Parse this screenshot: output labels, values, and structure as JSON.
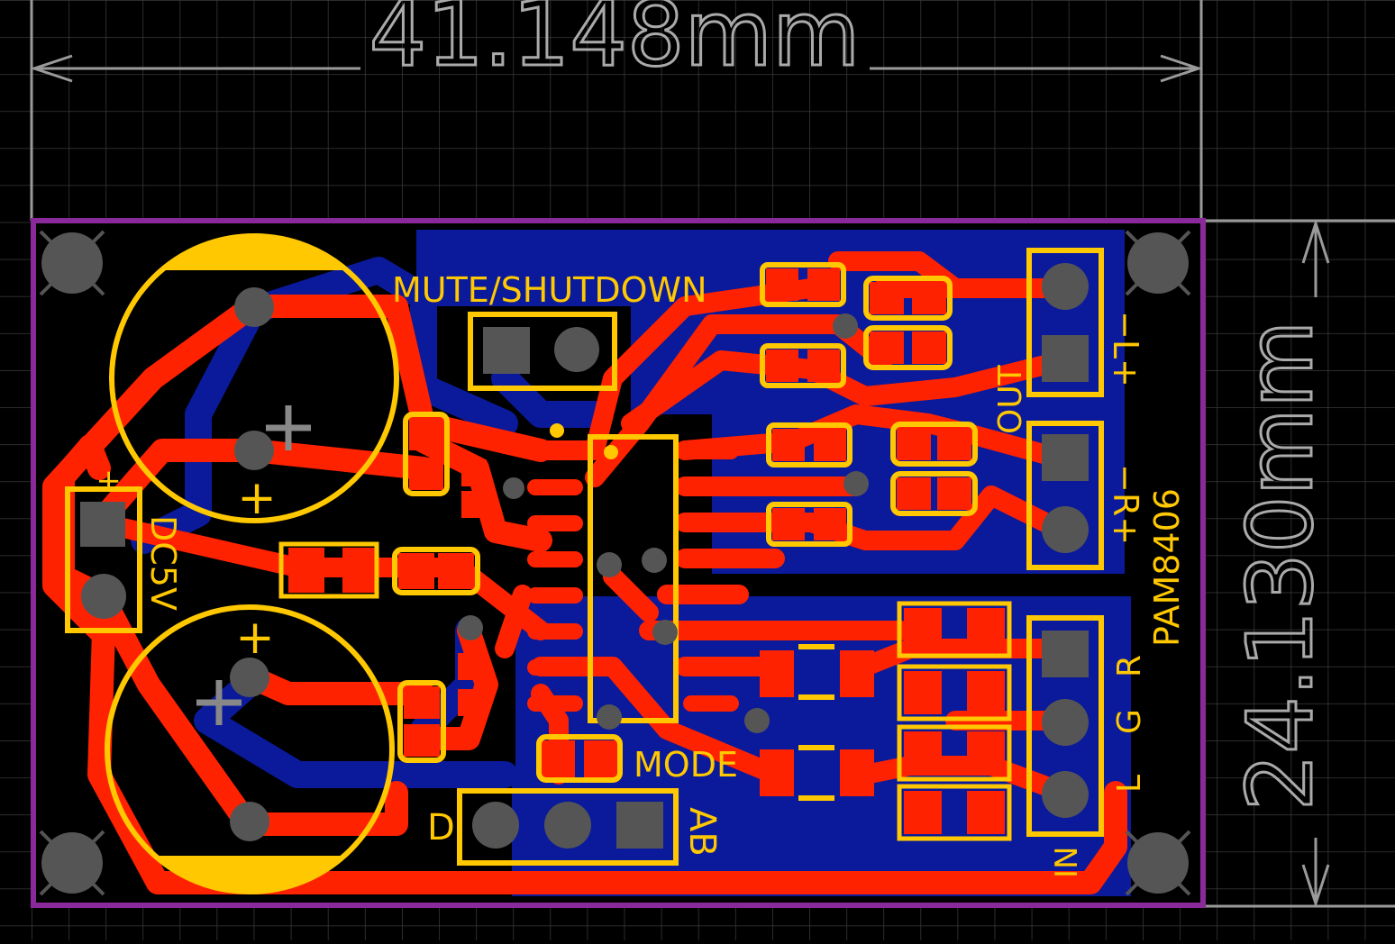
{
  "dimensions": {
    "width": "41.148mm",
    "height": "24.130mm"
  },
  "silkscreen": {
    "mute_shutdown": "MUTE/SHUTDOWN",
    "mode": "MODE",
    "mode_d": "D",
    "mode_ab": "AB",
    "power_label": "DC5V",
    "power_plus": "+",
    "out_label": "OUT",
    "out_left": "−L+",
    "out_right": "−R+",
    "chip_name": "PAM8406",
    "in_label": "IN",
    "in_r": "R",
    "in_g": "G",
    "in_l": "L",
    "cap_plus": "+"
  },
  "colors": {
    "background": "#000000",
    "grid": "#3a3a3a",
    "board_outline": "#8a2a9a",
    "top_copper": "#ff2200",
    "bottom_copper": "#0a1a9a",
    "silkscreen": "#ffc800",
    "pad_hole": "#555555",
    "dimension": "#9a9a9a"
  }
}
